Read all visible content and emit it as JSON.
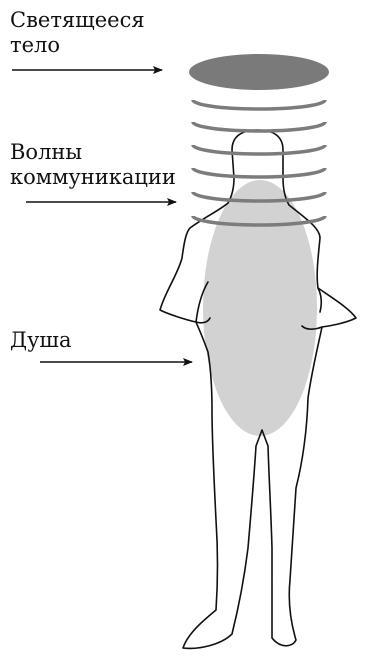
{
  "labels": {
    "luminous_body": [
      "Светящееся",
      "тело"
    ],
    "communication_waves": [
      "Волны",
      "коммуникации"
    ],
    "soul": "Душа"
  },
  "colors": {
    "luminous_body_fill": "#7a7a7a",
    "wave_rings": "#7c7c7c",
    "soul_fill": "#d2d2d2",
    "outline": "#111111",
    "arrows": "#111111"
  },
  "wave_ring_count": 6
}
